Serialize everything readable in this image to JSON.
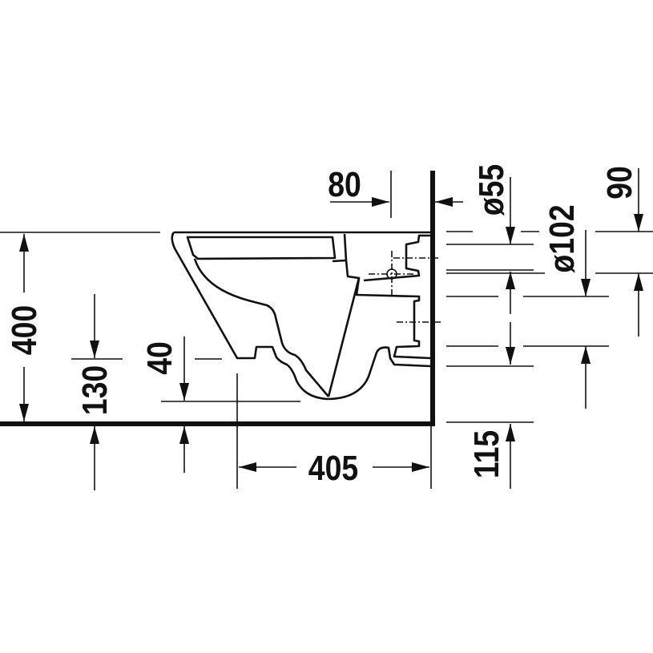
{
  "drawing": {
    "title": "Wall-mounted toilet side view dimensions",
    "dimensions": {
      "height_total": "400",
      "height_outlet": "130",
      "rim_clearance": "40",
      "depth_from_wall": "405",
      "inlet_offset": "80",
      "inlet_diameter": "ø55",
      "outlet_diameter": "ø102",
      "inlet_from_top": "90",
      "outlet_height": "115"
    },
    "colors": {
      "line": "#111111",
      "background": "#ffffff"
    }
  }
}
